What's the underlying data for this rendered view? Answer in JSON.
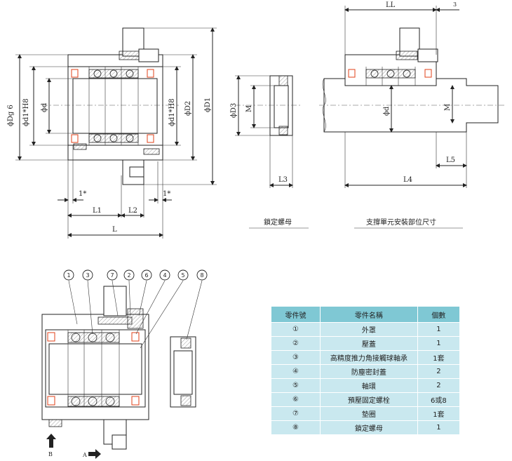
{
  "drawing_a": {
    "labels": {
      "dim_dg6": "ϕDg 6",
      "dim_d1h8_left": "ϕd1*H8",
      "dim_d": "ϕd",
      "dim_d1h8_right": "ϕd1*H8",
      "dim_d2": "ϕD2",
      "dim_d1_outer": "ϕD1",
      "dim_1_left": "1*",
      "dim_1_right": "1*",
      "dim_L1": "L1",
      "dim_L2": "L2",
      "dim_L": "L"
    }
  },
  "drawing_b": {
    "labels": {
      "dim_D3": "ϕD3",
      "dim_M": "M",
      "dim_L3": "L3"
    },
    "caption": "鎖定螺母"
  },
  "drawing_c": {
    "labels": {
      "dim_LL": "LL",
      "dim_3": "3",
      "dim_d": "ϕd",
      "dim_M": "M",
      "dim_L5": "L5",
      "dim_L4": "L4"
    },
    "caption": "支撐單元安裝部位尺寸"
  },
  "drawing_d": {
    "balloons": [
      "1",
      "3",
      "7",
      "2",
      "6",
      "4",
      "5",
      "8"
    ],
    "arrow_b": "B",
    "arrow_a": "A"
  },
  "parts_table": {
    "headers": [
      "零件號",
      "零件名稱",
      "個數"
    ],
    "rows": [
      {
        "no": "①",
        "name": "外罩",
        "qty": "1"
      },
      {
        "no": "②",
        "name": "壓蓋",
        "qty": "1"
      },
      {
        "no": "③",
        "name": "高精度推力角接觸球軸承",
        "qty": "1套"
      },
      {
        "no": "④",
        "name": "防塵密封蓋",
        "qty": "2"
      },
      {
        "no": "⑤",
        "name": "軸環",
        "qty": "2"
      },
      {
        "no": "⑥",
        "name": "預壓固定螺栓",
        "qty": "6或8"
      },
      {
        "no": "⑦",
        "name": "墊圈",
        "qty": "1套"
      },
      {
        "no": "⑧",
        "name": "鎖定螺母",
        "qty": "1"
      }
    ]
  }
}
